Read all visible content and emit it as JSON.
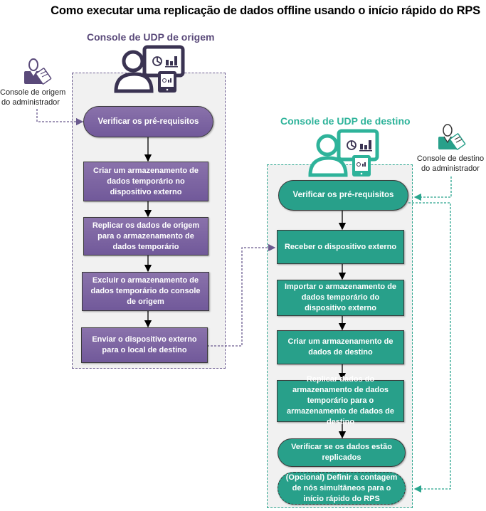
{
  "title": "Como executar uma replicação de dados offline usando o início rápido do RPS",
  "source": {
    "section_title": "Console de UDP de origem",
    "admin_label_line1": "Console de origem",
    "admin_label_line2": "do administrador",
    "color": "#71599a",
    "steps": [
      {
        "label": "Verificar os pré-requisitos",
        "shape": "pill"
      },
      {
        "label": "Criar um armazenamento de dados temporário no dispositivo externo",
        "shape": "rect"
      },
      {
        "label": "Replicar os dados de origem para o armazenamento de dados temporário",
        "shape": "rect"
      },
      {
        "label": "Excluir o armazenamento de dados temporário do console de origem",
        "shape": "rect"
      },
      {
        "label": "Enviar o dispositivo externo para o local de destino",
        "shape": "rect"
      }
    ]
  },
  "destination": {
    "section_title": "Console de UDP de destino",
    "admin_label_line1": "Console de destino",
    "admin_label_line2": "do administrador",
    "color": "#28a08a",
    "steps": [
      {
        "label": "Verificar os pré-requisitos",
        "shape": "pill"
      },
      {
        "label": "Receber o dispositivo externo",
        "shape": "rect"
      },
      {
        "label": "Importar o armazenamento de dados temporário do dispositivo externo",
        "shape": "rect"
      },
      {
        "label": "Criar um armazenamento de dados de destino",
        "shape": "rect"
      },
      {
        "label": "Replicar dados do armazenamento de dados temporário para o armazenamento de dados de destino",
        "shape": "rect"
      },
      {
        "label": "Verificar se os dados estão replicados",
        "shape": "pill"
      },
      {
        "label": "(Opcional) Definir a contagem de nós simultâneos para o início rápido do RPS",
        "shape": "pill-dashed"
      }
    ]
  },
  "icons": {
    "admin": "admin-clipboard-icon",
    "console": "user-monitor-tablet-icon"
  }
}
